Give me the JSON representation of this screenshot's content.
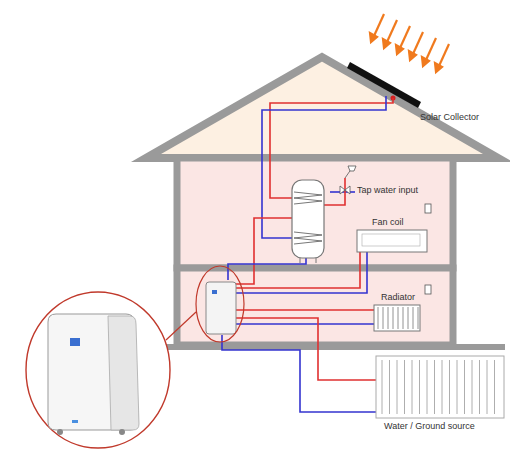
{
  "diagram": {
    "nodes": [
      {
        "text": [
          "Solar Collector"
        ]
      },
      {
        "text": [
          "Fan coil"
        ]
      },
      {
        "text": [
          "Radiator"
        ]
      },
      {
        "text": [
          "Water / Ground source"
        ]
      }
    ],
    "labels": [
      "Tap water input"
    ]
  }
}
